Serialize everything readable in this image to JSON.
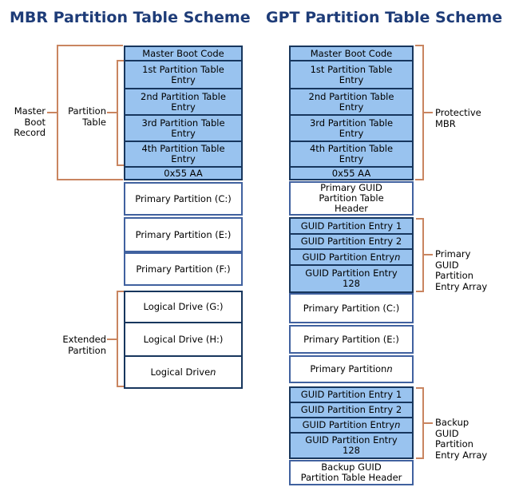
{
  "titles": {
    "mbr": "MBR Partition Table Scheme",
    "gpt": "GPT Partition Table Scheme"
  },
  "mbr": {
    "boot_sector": [
      "Master Boot Code",
      "1st Partition Table\nEntry",
      "2nd Partition Table\nEntry",
      "3rd Partition Table\nEntry",
      "4th Partition Table\nEntry",
      "0x55 AA"
    ],
    "primary_partitions": [
      "Primary Partition (C:)",
      "Primary Partition (E:)",
      "Primary Partition (F:)"
    ],
    "logical_drives": [
      {
        "text": "Logical Drive (G:)"
      },
      {
        "text": "Logical Drive (H:)"
      },
      {
        "text": "Logical Drive ",
        "italic": "n"
      }
    ],
    "labels": {
      "master_boot_record": "Master\nBoot\nRecord",
      "partition_table": "Partition\nTable",
      "extended_partition": "Extended\nPartition"
    }
  },
  "gpt": {
    "boot_sector": [
      "Master Boot Code",
      "1st Partition Table\nEntry",
      "2nd Partition Table\nEntry",
      "3rd Partition Table\nEntry",
      "4th Partition Table\nEntry",
      "0x55 AA"
    ],
    "primary_header": "Primary GUID\nPartition Table\nHeader",
    "primary_array": [
      {
        "text": "GUID Partition Entry 1"
      },
      {
        "text": "GUID Partition Entry 2"
      },
      {
        "text": "GUID Partition Entry ",
        "italic": "n"
      },
      {
        "text": "GUID Partition Entry\n128"
      }
    ],
    "primary_partitions": [
      {
        "text": "Primary Partition (C:)"
      },
      {
        "text": "Primary Partition (E:)"
      },
      {
        "text": "Primary Partition ",
        "italic": "n"
      }
    ],
    "backup_array": [
      {
        "text": "GUID Partition Entry 1"
      },
      {
        "text": "GUID Partition Entry 2"
      },
      {
        "text": "GUID Partition Entry ",
        "italic": "n"
      },
      {
        "text": "GUID Partition Entry\n128"
      }
    ],
    "backup_header": "Backup GUID\nPartition Table Header",
    "labels": {
      "protective_mbr": "Protective\nMBR",
      "primary_guid_array": "Primary\nGUID\nPartition\nEntry Array",
      "backup_guid_array": "Backup\nGUID\nPartition\nEntry Array"
    }
  },
  "colors": {
    "title_text": "#1E3C78",
    "box_fill_blue": "#99C3EF",
    "group_border": "#17365D",
    "white_box_border": "#40619F",
    "bracket": "#C98560",
    "box_text": "#000000"
  }
}
